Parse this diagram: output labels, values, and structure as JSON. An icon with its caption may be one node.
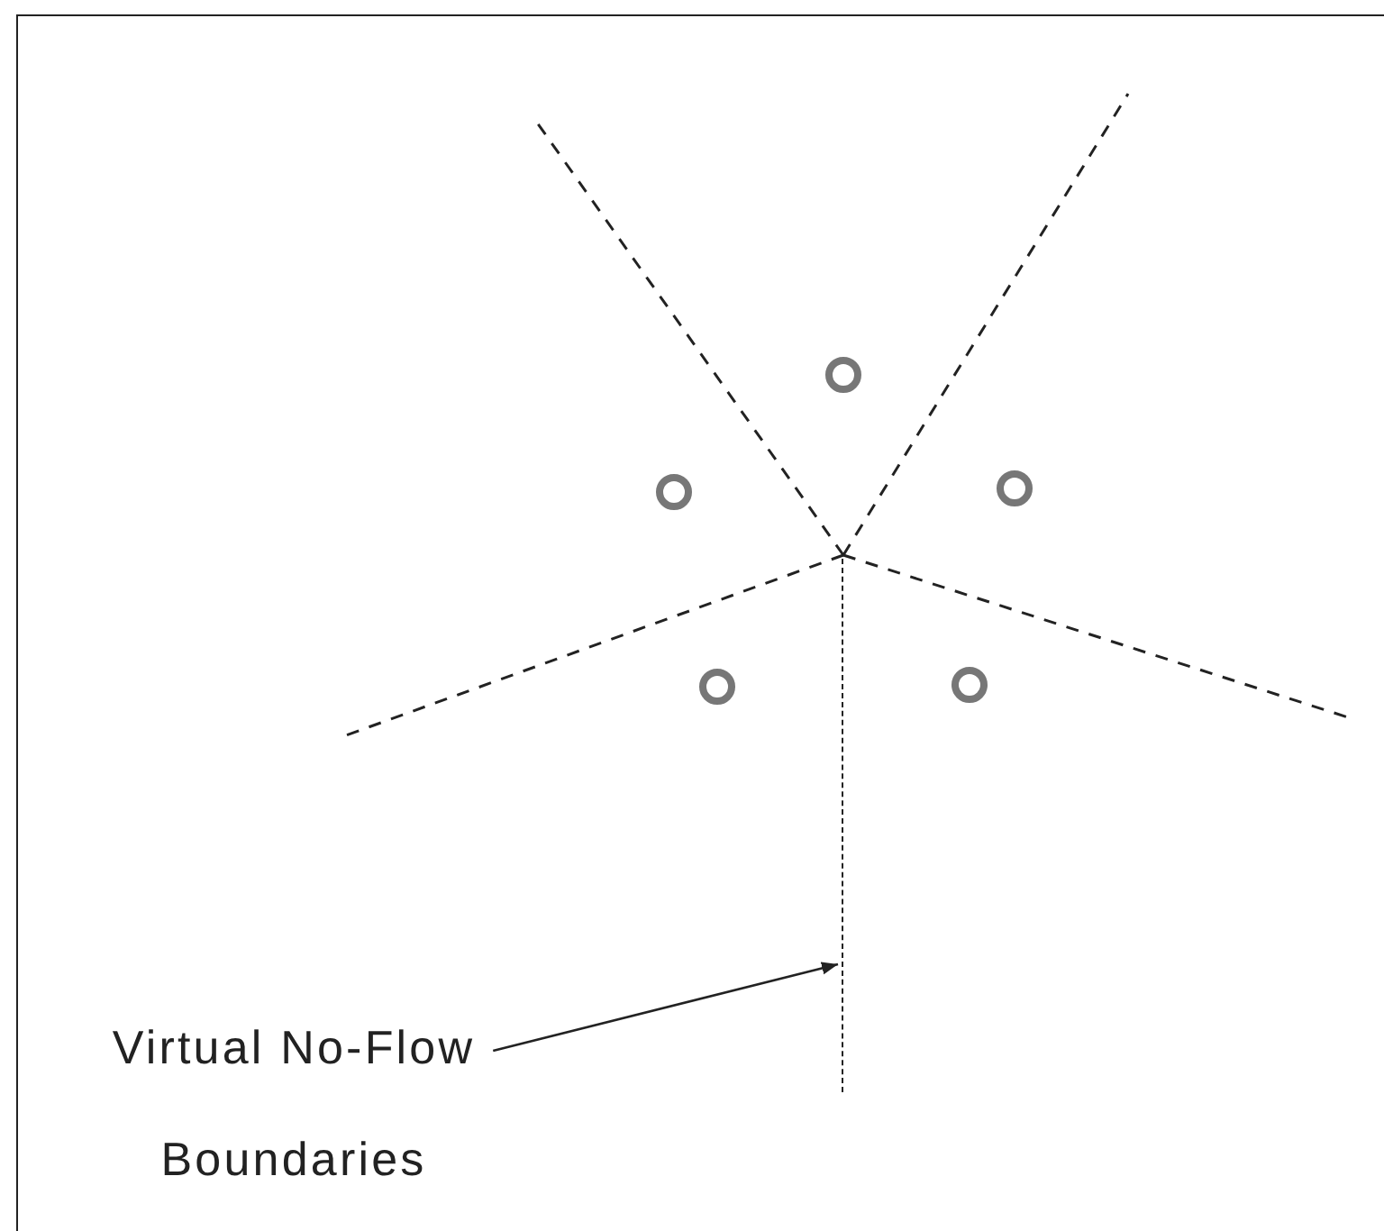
{
  "diagram": {
    "nodes": [
      {
        "text": [
          "Virtual No-Flow Boundaries"
        ]
      },
      {
        "text": [],
        "shape": "bar"
      }
    ],
    "edges": [
      {
        "from": 0,
        "to": 1,
        "arrow": "to"
      }
    ]
  }
}
